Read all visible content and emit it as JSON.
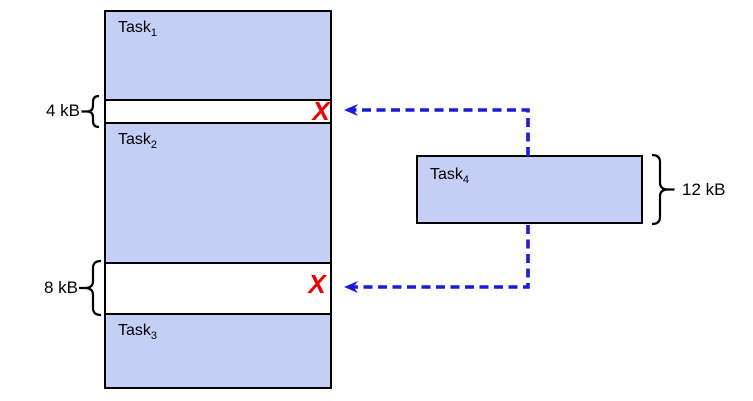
{
  "colors": {
    "task_fill": "#c5cff6",
    "outline": "#000000",
    "arrow_blue": "#1b1bd9",
    "reject_red": "#ee0000"
  },
  "memory": {
    "segments": [
      {
        "kind": "task",
        "name": "Task",
        "sub": "1"
      },
      {
        "kind": "gap",
        "size": "4 kB"
      },
      {
        "kind": "task",
        "name": "Task",
        "sub": "2"
      },
      {
        "kind": "gap",
        "size": "8 kB"
      },
      {
        "kind": "task",
        "name": "Task",
        "sub": "3"
      }
    ]
  },
  "incoming_task": {
    "name": "Task",
    "sub": "4",
    "size": "12 kB"
  },
  "reject_mark": "X"
}
